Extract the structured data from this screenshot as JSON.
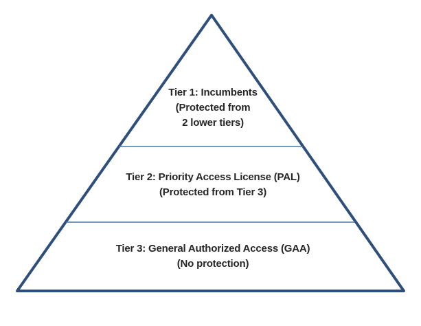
{
  "diagram": {
    "type": "pyramid",
    "colors": {
      "outline": "#2E4E7C",
      "divider": "#4878A4",
      "text": "#262626",
      "background": "#FFFFFF"
    },
    "tiers": [
      {
        "id": "tier-1",
        "lines": [
          "Tier 1: Incumbents",
          "(Protected from",
          "2 lower tiers)"
        ]
      },
      {
        "id": "tier-2",
        "lines": [
          "Tier 2: Priority Access License (PAL)",
          "(Protected from Tier 3)"
        ]
      },
      {
        "id": "tier-3",
        "lines": [
          "Tier 3: General Authorized Access (GAA)",
          "(No protection)"
        ]
      }
    ]
  }
}
